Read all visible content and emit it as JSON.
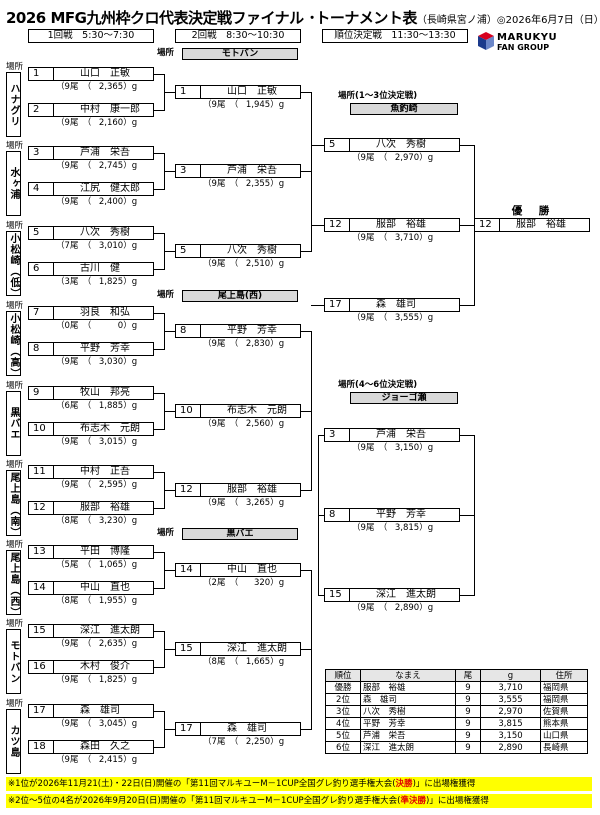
{
  "title": "2026 MFG九州枠クロ代表決定戦ファイナル ･トーナメント表",
  "subtitle": "（長崎県宮ノ浦）◎2026年6月7日（日）",
  "logo": {
    "line1": "MARUKYU",
    "line2": "FAN GROUP",
    "colors": {
      "red": "#d7001e",
      "blue": "#1b3a8c"
    }
  },
  "round_headers": [
    "1回戦　5:30～7:30",
    "2回戦　8:30～10:30",
    "順位決定戦　11:30～13:30"
  ],
  "venue_prefix": "場所",
  "round2_venues": [
    "モトバン",
    "尾上島(西)",
    "黒バエ"
  ],
  "final_venues": [
    {
      "label": "場所(1～3位決定戦)",
      "name": "魚釣崎"
    },
    {
      "label": "場所(4～6位決定戦)",
      "name": "ジョーゴ瀬"
    }
  ],
  "areas": [
    "ハナグリ",
    "水ヶ浦",
    "小松崎（低）",
    "小松崎（高）",
    "黒バエ",
    "尾上島（南）",
    "尾上島（西）",
    "モトバン",
    "カツ島"
  ],
  "round1": [
    {
      "seed": "1",
      "name": "山口　正敏",
      "fish": "9",
      "weight": "2,365"
    },
    {
      "seed": "2",
      "name": "中村　康一郎",
      "fish": "9",
      "weight": "2,160"
    },
    {
      "seed": "3",
      "name": "芦浦　栄吾",
      "fish": "9",
      "weight": "2,745"
    },
    {
      "seed": "4",
      "name": "江尻　健太郎",
      "fish": "9",
      "weight": "2,400"
    },
    {
      "seed": "5",
      "name": "八次　秀樹",
      "fish": "7",
      "weight": "3,010"
    },
    {
      "seed": "6",
      "name": "古川　健",
      "fish": "3",
      "weight": "1,825"
    },
    {
      "seed": "7",
      "name": "羽良　和弘",
      "fish": "0",
      "weight": "0"
    },
    {
      "seed": "8",
      "name": "平野　芳幸",
      "fish": "9",
      "weight": "3,030"
    },
    {
      "seed": "9",
      "name": "牧山　邦亮",
      "fish": "6",
      "weight": "1,885"
    },
    {
      "seed": "10",
      "name": "布志木　元朗",
      "fish": "9",
      "weight": "3,015"
    },
    {
      "seed": "11",
      "name": "中村　正吾",
      "fish": "9",
      "weight": "2,595"
    },
    {
      "seed": "12",
      "name": "服部　裕雄",
      "fish": "8",
      "weight": "3,230"
    },
    {
      "seed": "13",
      "name": "平田　博隆",
      "fish": "5",
      "weight": "1,065"
    },
    {
      "seed": "14",
      "name": "中山　直也",
      "fish": "8",
      "weight": "1,955"
    },
    {
      "seed": "15",
      "name": "深江　進太朗",
      "fish": "9",
      "weight": "2,635"
    },
    {
      "seed": "16",
      "name": "木村　俊介",
      "fish": "9",
      "weight": "1,825"
    },
    {
      "seed": "17",
      "name": "森　雄司",
      "fish": "9",
      "weight": "3,045"
    },
    {
      "seed": "18",
      "name": "森田　久之",
      "fish": "9",
      "weight": "2,415"
    }
  ],
  "round2": [
    {
      "seed": "1",
      "name": "山口　正敏",
      "fish": "9",
      "weight": "1,945"
    },
    {
      "seed": "3",
      "name": "芦浦　栄吾",
      "fish": "9",
      "weight": "2,355"
    },
    {
      "seed": "5",
      "name": "八次　秀樹",
      "fish": "9",
      "weight": "2,510"
    },
    {
      "seed": "8",
      "name": "平野　芳幸",
      "fish": "9",
      "weight": "2,830"
    },
    {
      "seed": "10",
      "name": "布志木　元朗",
      "fish": "9",
      "weight": "2,560"
    },
    {
      "seed": "12",
      "name": "服部　裕雄",
      "fish": "9",
      "weight": "3,265"
    },
    {
      "seed": "14",
      "name": "中山　直也",
      "fish": "2",
      "weight": "320"
    },
    {
      "seed": "15",
      "name": "深江　進太朗",
      "fish": "8",
      "weight": "1,665"
    },
    {
      "seed": "17",
      "name": "森　雄司",
      "fish": "7",
      "weight": "2,250"
    }
  ],
  "round3": [
    {
      "seed": "5",
      "name": "八次　秀樹",
      "fish": "9",
      "weight": "2,970"
    },
    {
      "seed": "12",
      "name": "服部　裕雄",
      "fish": "9",
      "weight": "3,710"
    },
    {
      "seed": "17",
      "name": "森　雄司",
      "fish": "9",
      "weight": "3,555"
    },
    {
      "seed": "3",
      "name": "芦浦　栄吾",
      "fish": "9",
      "weight": "3,150"
    },
    {
      "seed": "8",
      "name": "平野　芳幸",
      "fish": "9",
      "weight": "3,815"
    },
    {
      "seed": "15",
      "name": "深江　進太朗",
      "fish": "9",
      "weight": "2,890"
    }
  ],
  "champion": {
    "label": "優　勝",
    "seed": "12",
    "name": "服部　裕雄"
  },
  "units": {
    "fish": "尾",
    "weight": "g"
  },
  "results_table": {
    "headers": [
      "順位",
      "なまえ",
      "尾",
      "g",
      "住所"
    ],
    "rows": [
      [
        "優勝",
        "服部　裕雄",
        "9",
        "3,710",
        "福岡県"
      ],
      [
        "2位",
        "森　雄司",
        "9",
        "3,555",
        "福岡県"
      ],
      [
        "3位",
        "八次　秀樹",
        "9",
        "2,970",
        "佐賀県"
      ],
      [
        "4位",
        "平野　芳幸",
        "9",
        "3,815",
        "熊本県"
      ],
      [
        "5位",
        "芦浦　栄吾",
        "9",
        "3,150",
        "山口県"
      ],
      [
        "6位",
        "深江　進太朗",
        "9",
        "2,890",
        "長崎県"
      ]
    ]
  },
  "notes": [
    {
      "pre": "※1位が2026年11月21(土)・22日(日)開催の「第11回マルキユーM－1CUP全国グレ釣り選手権大会(",
      "em": "決勝",
      "post": ")」に出場権獲得"
    },
    {
      "pre": "※2位～5位の4名が2026年9月20日(日)開催の「第11回マルキユーM－1CUP全国グレ釣り選手権大会(",
      "em": "準決勝",
      "post": ")」に出場権獲得"
    }
  ]
}
